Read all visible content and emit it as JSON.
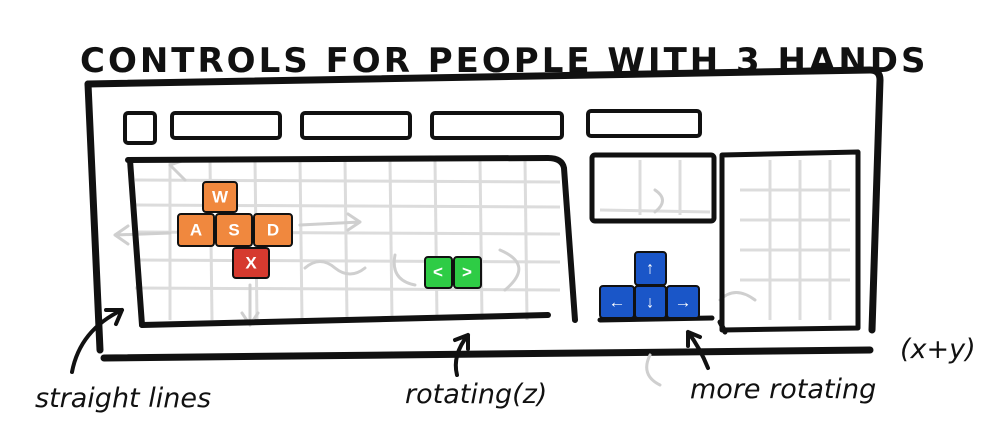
{
  "title": "CONTROLS FOR PEOPLE WITH 3 HANDS",
  "keys": {
    "w": "W",
    "a": "A",
    "s": "S",
    "d": "D",
    "x": "X",
    "rotate_left": "<",
    "rotate_right": ">",
    "arrow_up": "↑",
    "arrow_left": "←",
    "arrow_down": "↓",
    "arrow_right": "→"
  },
  "annotations": {
    "straight": "straight lines",
    "rotating_z": "rotating(z)",
    "more_rotating": "more rotating",
    "xy": "(x+y)"
  },
  "colors": {
    "orange": "#f0883e",
    "red": "#d63a2f",
    "green": "#2ecc45",
    "blue": "#1a56c8",
    "ink": "#111111",
    "faint": "#d8d8d8"
  }
}
